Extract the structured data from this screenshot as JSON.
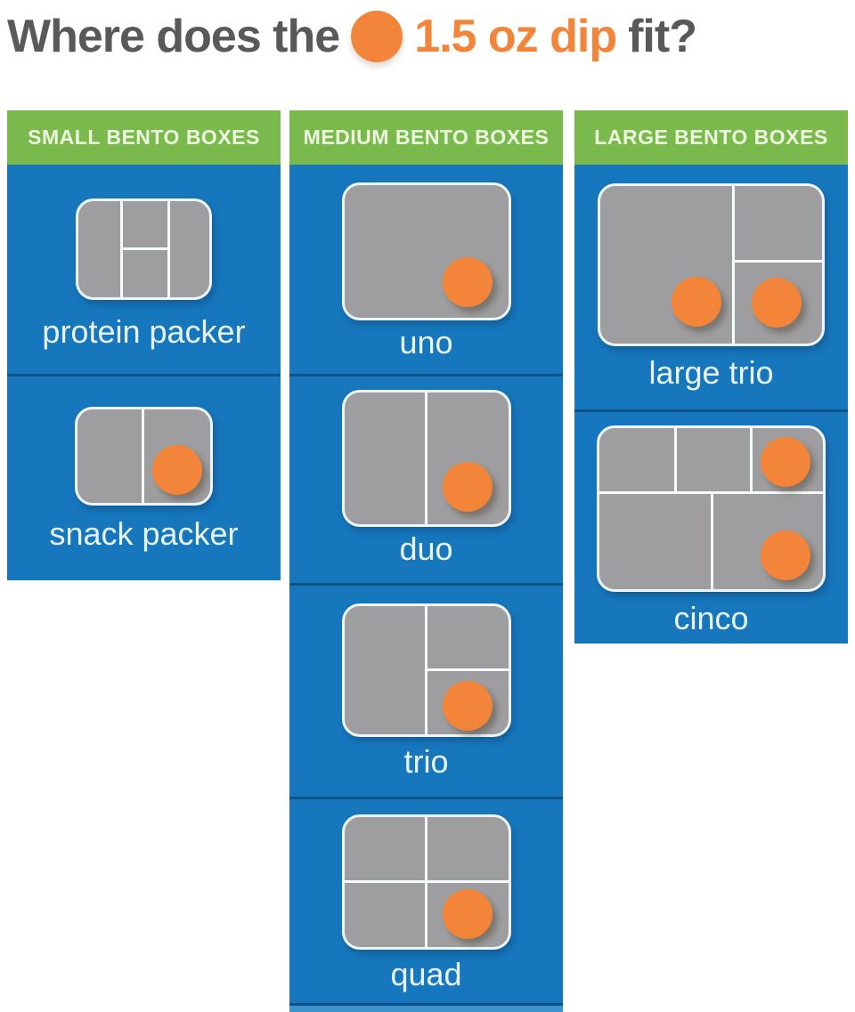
{
  "title": {
    "prefix": "Where does the",
    "dip_label": "1.5 oz dip",
    "suffix": "fit?"
  },
  "columns": [
    {
      "id": "small",
      "header": "SMALL BENTO BOXES",
      "cells": [
        {
          "name": "protein packer",
          "compartments": 4,
          "dips": 0
        },
        {
          "name": "snack packer",
          "compartments": 2,
          "dips": 1
        }
      ]
    },
    {
      "id": "medium",
      "header": "MEDIUM BENTO BOXES",
      "cells": [
        {
          "name": "uno",
          "compartments": 1,
          "dips": 1
        },
        {
          "name": "duo",
          "compartments": 2,
          "dips": 1
        },
        {
          "name": "trio",
          "compartments": 3,
          "dips": 1
        },
        {
          "name": "quad",
          "compartments": 4,
          "dips": 1
        }
      ]
    },
    {
      "id": "large",
      "header": "LARGE BENTO BOXES",
      "cells": [
        {
          "name": "large trio",
          "compartments": 3,
          "dips": 2
        },
        {
          "name": "cinco",
          "compartments": 5,
          "dips": 2
        }
      ]
    }
  ],
  "colors": {
    "blue": "#1777BD",
    "dark_blue_divider": "#0E5287",
    "green": "#7ABA4D",
    "gray_box": "#9E9EA0",
    "orange_dip": "#F2853A",
    "title_gray": "#58595B"
  }
}
